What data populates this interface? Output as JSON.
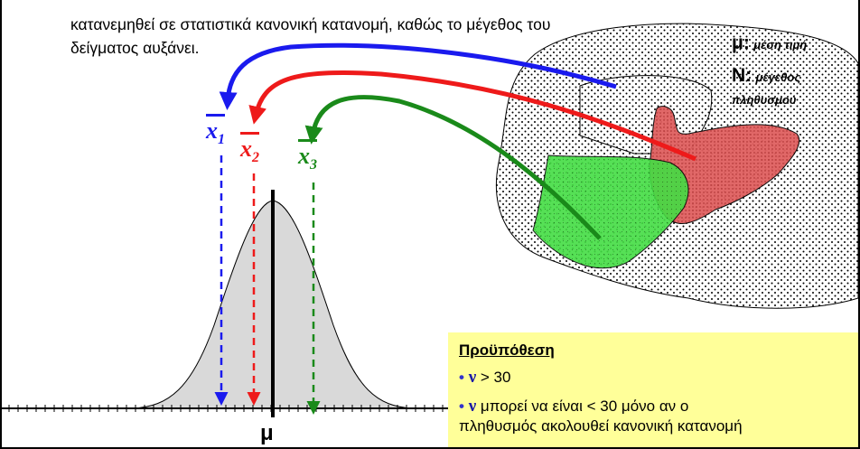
{
  "intro": {
    "line1": "",
    "line2": "κατανεμηθεί σε στατιστικά κανονική κατανομή, καθώς το μέγεθος του",
    "line3": "δείγματος αυξάνει."
  },
  "population": {
    "mu_key": "μ:",
    "mu_desc": "μέση τιμή",
    "n_key": "N:",
    "n_desc_1": "μέγεθος",
    "n_desc_2": "πληθυσμού"
  },
  "samples": [
    {
      "symbol": "x",
      "sub": "1",
      "color": "#1a1aee"
    },
    {
      "symbol": "x",
      "sub": "2",
      "color": "#ee1a1a"
    },
    {
      "symbol": "x",
      "sub": "3",
      "color": "#1a8a1a"
    }
  ],
  "axis": {
    "mu_label": "μ"
  },
  "conditions": {
    "title": "Προϋπόθεση",
    "item1_symbol": "ν",
    "item1_text": " > 30",
    "item2_symbol": "ν",
    "item2_text": " μπορεί να είναι < 30 μόνο αν ο",
    "item2_cont": "πληθυσμός ακολουθεί κανονική κατανομή"
  },
  "colors": {
    "blue": "#1a1aee",
    "red": "#ee1a1a",
    "green": "#1a8a1a",
    "curve_fill": "#d9d9d9",
    "box": "#ffff99"
  }
}
